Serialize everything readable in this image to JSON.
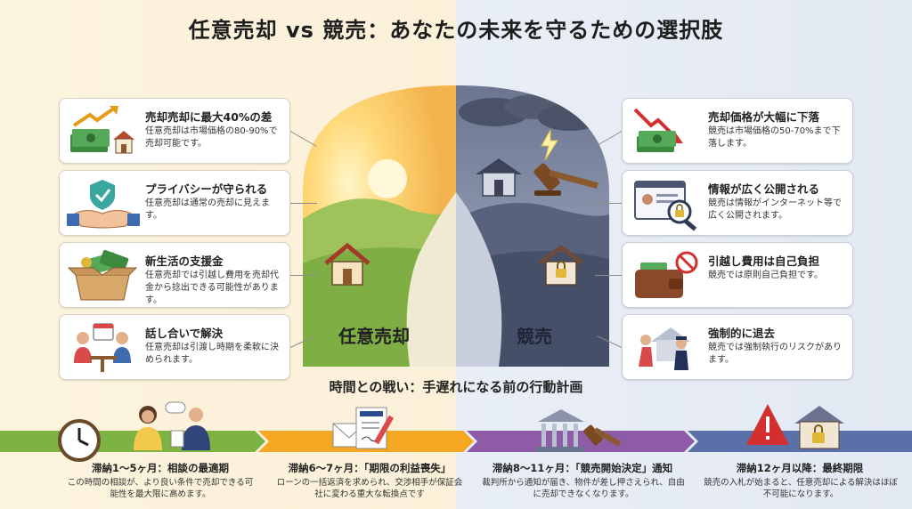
{
  "title": "任意売却 vs 競売：あなたの未来を守るための選択肢",
  "left_label": "任意売却",
  "right_label": "競売",
  "left_cards": [
    {
      "title": "売却売却に最大40%の差",
      "body": "任意売却は市場価格の80-90%で売却可能です。",
      "icon": "money-growth-icon"
    },
    {
      "title": "プライバシーが守られる",
      "body": "任意売却は通常の売却に見えます。",
      "icon": "handshake-shield-icon"
    },
    {
      "title": "新生活の支援金",
      "body": "任意売却では引越し費用を売却代金から捻出できる可能性があります。",
      "icon": "money-box-icon"
    },
    {
      "title": "話し合いで解決",
      "body": "任意売却は引渡し時期を柔軟に決められます。",
      "icon": "meeting-icon"
    }
  ],
  "right_cards": [
    {
      "title": "売却価格が大幅に下落",
      "body": "競売は市場価格の50-70%まで下落します。",
      "icon": "money-decline-icon"
    },
    {
      "title": "情報が広く公開される",
      "body": "競売は情報がインターネット等で広く公開されます。",
      "icon": "magnifier-lock-icon"
    },
    {
      "title": "引越し費用は自己負担",
      "body": "競売では原則自己負担です。",
      "icon": "wallet-no-icon"
    },
    {
      "title": "強制的に退去",
      "body": "競売では強制執行のリスクがあります。",
      "icon": "eviction-icon"
    }
  ],
  "timeline": {
    "heading": "時間との戦い：手遅れになる前の行動計画",
    "steps": [
      {
        "title": "滞納1〜5ヶ月：相談の最適期",
        "body": "この時間の相談が、より良い条件で売却できる可能性を最大限に高めます。",
        "icon": "clock-consult-icon",
        "color": "#7cb342"
      },
      {
        "title": "滞納6〜7ヶ月：「期限の利益喪失」",
        "body": "ローンの一括返済を求められ、交渉相手が保証会社に変わる重大な転換点です",
        "icon": "bank-letter-icon",
        "color": "#f5a623"
      },
      {
        "title": "滞納8〜11ヶ月：「競売開始決定」通知",
        "body": "裁判所から通知が届き、物件が差し押さえられ、自由に売却できなくなります。",
        "icon": "court-gavel-icon",
        "color": "#8e5ba6"
      },
      {
        "title": "滞納12ヶ月以降：最終期限",
        "body": "競売の入札が始まると、任意売却による解決はほぼ不可能になります。",
        "icon": "warning-house-icon",
        "color": "#5b6fa8"
      }
    ]
  },
  "colors": {
    "warm": "#f7c65a",
    "cool": "#55617e",
    "green": "#2e7d32",
    "red": "#d32f2f"
  }
}
